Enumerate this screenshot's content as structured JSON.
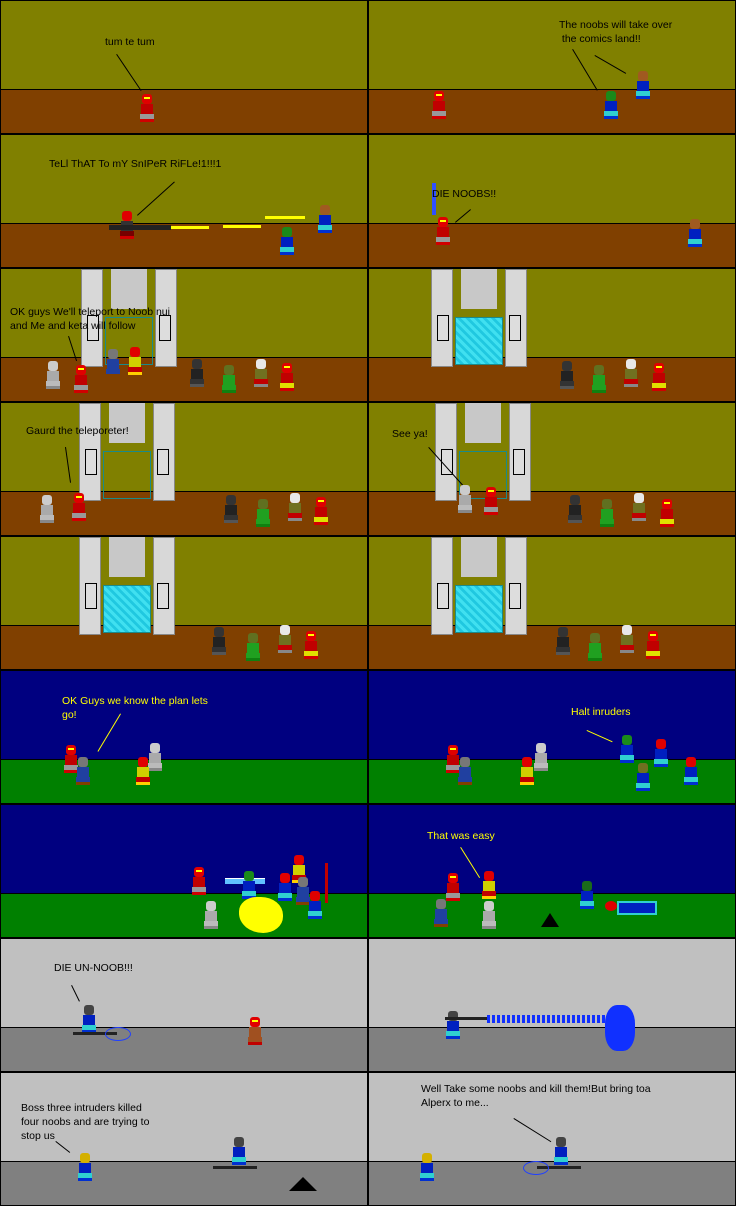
{
  "comic": {
    "colors": {
      "olive_sky": "#808000",
      "brown_ground": "#804000",
      "navy_sky": "#000080",
      "green_ground": "#008000",
      "light_gray_wall": "#C0C0C0",
      "gray_floor": "#808080",
      "border": "#000000",
      "yellow_text": "#FFFF00"
    },
    "panels": [
      {
        "id": 1,
        "setting": "olive-brown",
        "dialogue": [
          "tum te tum"
        ]
      },
      {
        "id": 2,
        "setting": "olive-brown",
        "dialogue": [
          "The noobs will take over\n the comics land!!"
        ]
      },
      {
        "id": 3,
        "setting": "olive-brown",
        "dialogue": [
          "TeLl ThAT To mY SnIPeR RiFLe!1!!!1"
        ]
      },
      {
        "id": 4,
        "setting": "olive-brown",
        "dialogue": [
          "DIE NOOBS!!"
        ]
      },
      {
        "id": 5,
        "setting": "olive-brown",
        "dialogue": [
          "OK guys We'll teleport to Noob nui\nand Me and keta will follow"
        ]
      },
      {
        "id": 6,
        "setting": "olive-brown",
        "dialogue": [
          ""
        ]
      },
      {
        "id": 7,
        "setting": "olive-brown",
        "dialogue": [
          "Gaurd the teleporeter!"
        ]
      },
      {
        "id": 8,
        "setting": "olive-brown",
        "dialogue": [
          "See ya!"
        ]
      },
      {
        "id": 9,
        "setting": "olive-brown",
        "dialogue": [
          ""
        ]
      },
      {
        "id": 10,
        "setting": "olive-brown",
        "dialogue": [
          ""
        ]
      },
      {
        "id": 11,
        "setting": "navy-green",
        "dialogue": [
          "OK Guys we know the plan lets\ngo!"
        ]
      },
      {
        "id": 12,
        "setting": "navy-green",
        "dialogue": [
          "Halt inruders"
        ]
      },
      {
        "id": 13,
        "setting": "navy-green",
        "dialogue": [
          ""
        ]
      },
      {
        "id": 14,
        "setting": "navy-green",
        "dialogue": [
          "That was easy"
        ]
      },
      {
        "id": 15,
        "setting": "gray",
        "dialogue": [
          "DIE UN-NOOB!!!"
        ]
      },
      {
        "id": 16,
        "setting": "gray",
        "dialogue": [
          ""
        ]
      },
      {
        "id": 17,
        "setting": "gray",
        "dialogue": [
          "Boss three intruders killed\nfour noobs and are trying to\nstop us"
        ]
      },
      {
        "id": 18,
        "setting": "gray",
        "dialogue": [
          "Well Take some noobs and kill them!But bring toa\nAlperx to me..."
        ]
      }
    ]
  }
}
